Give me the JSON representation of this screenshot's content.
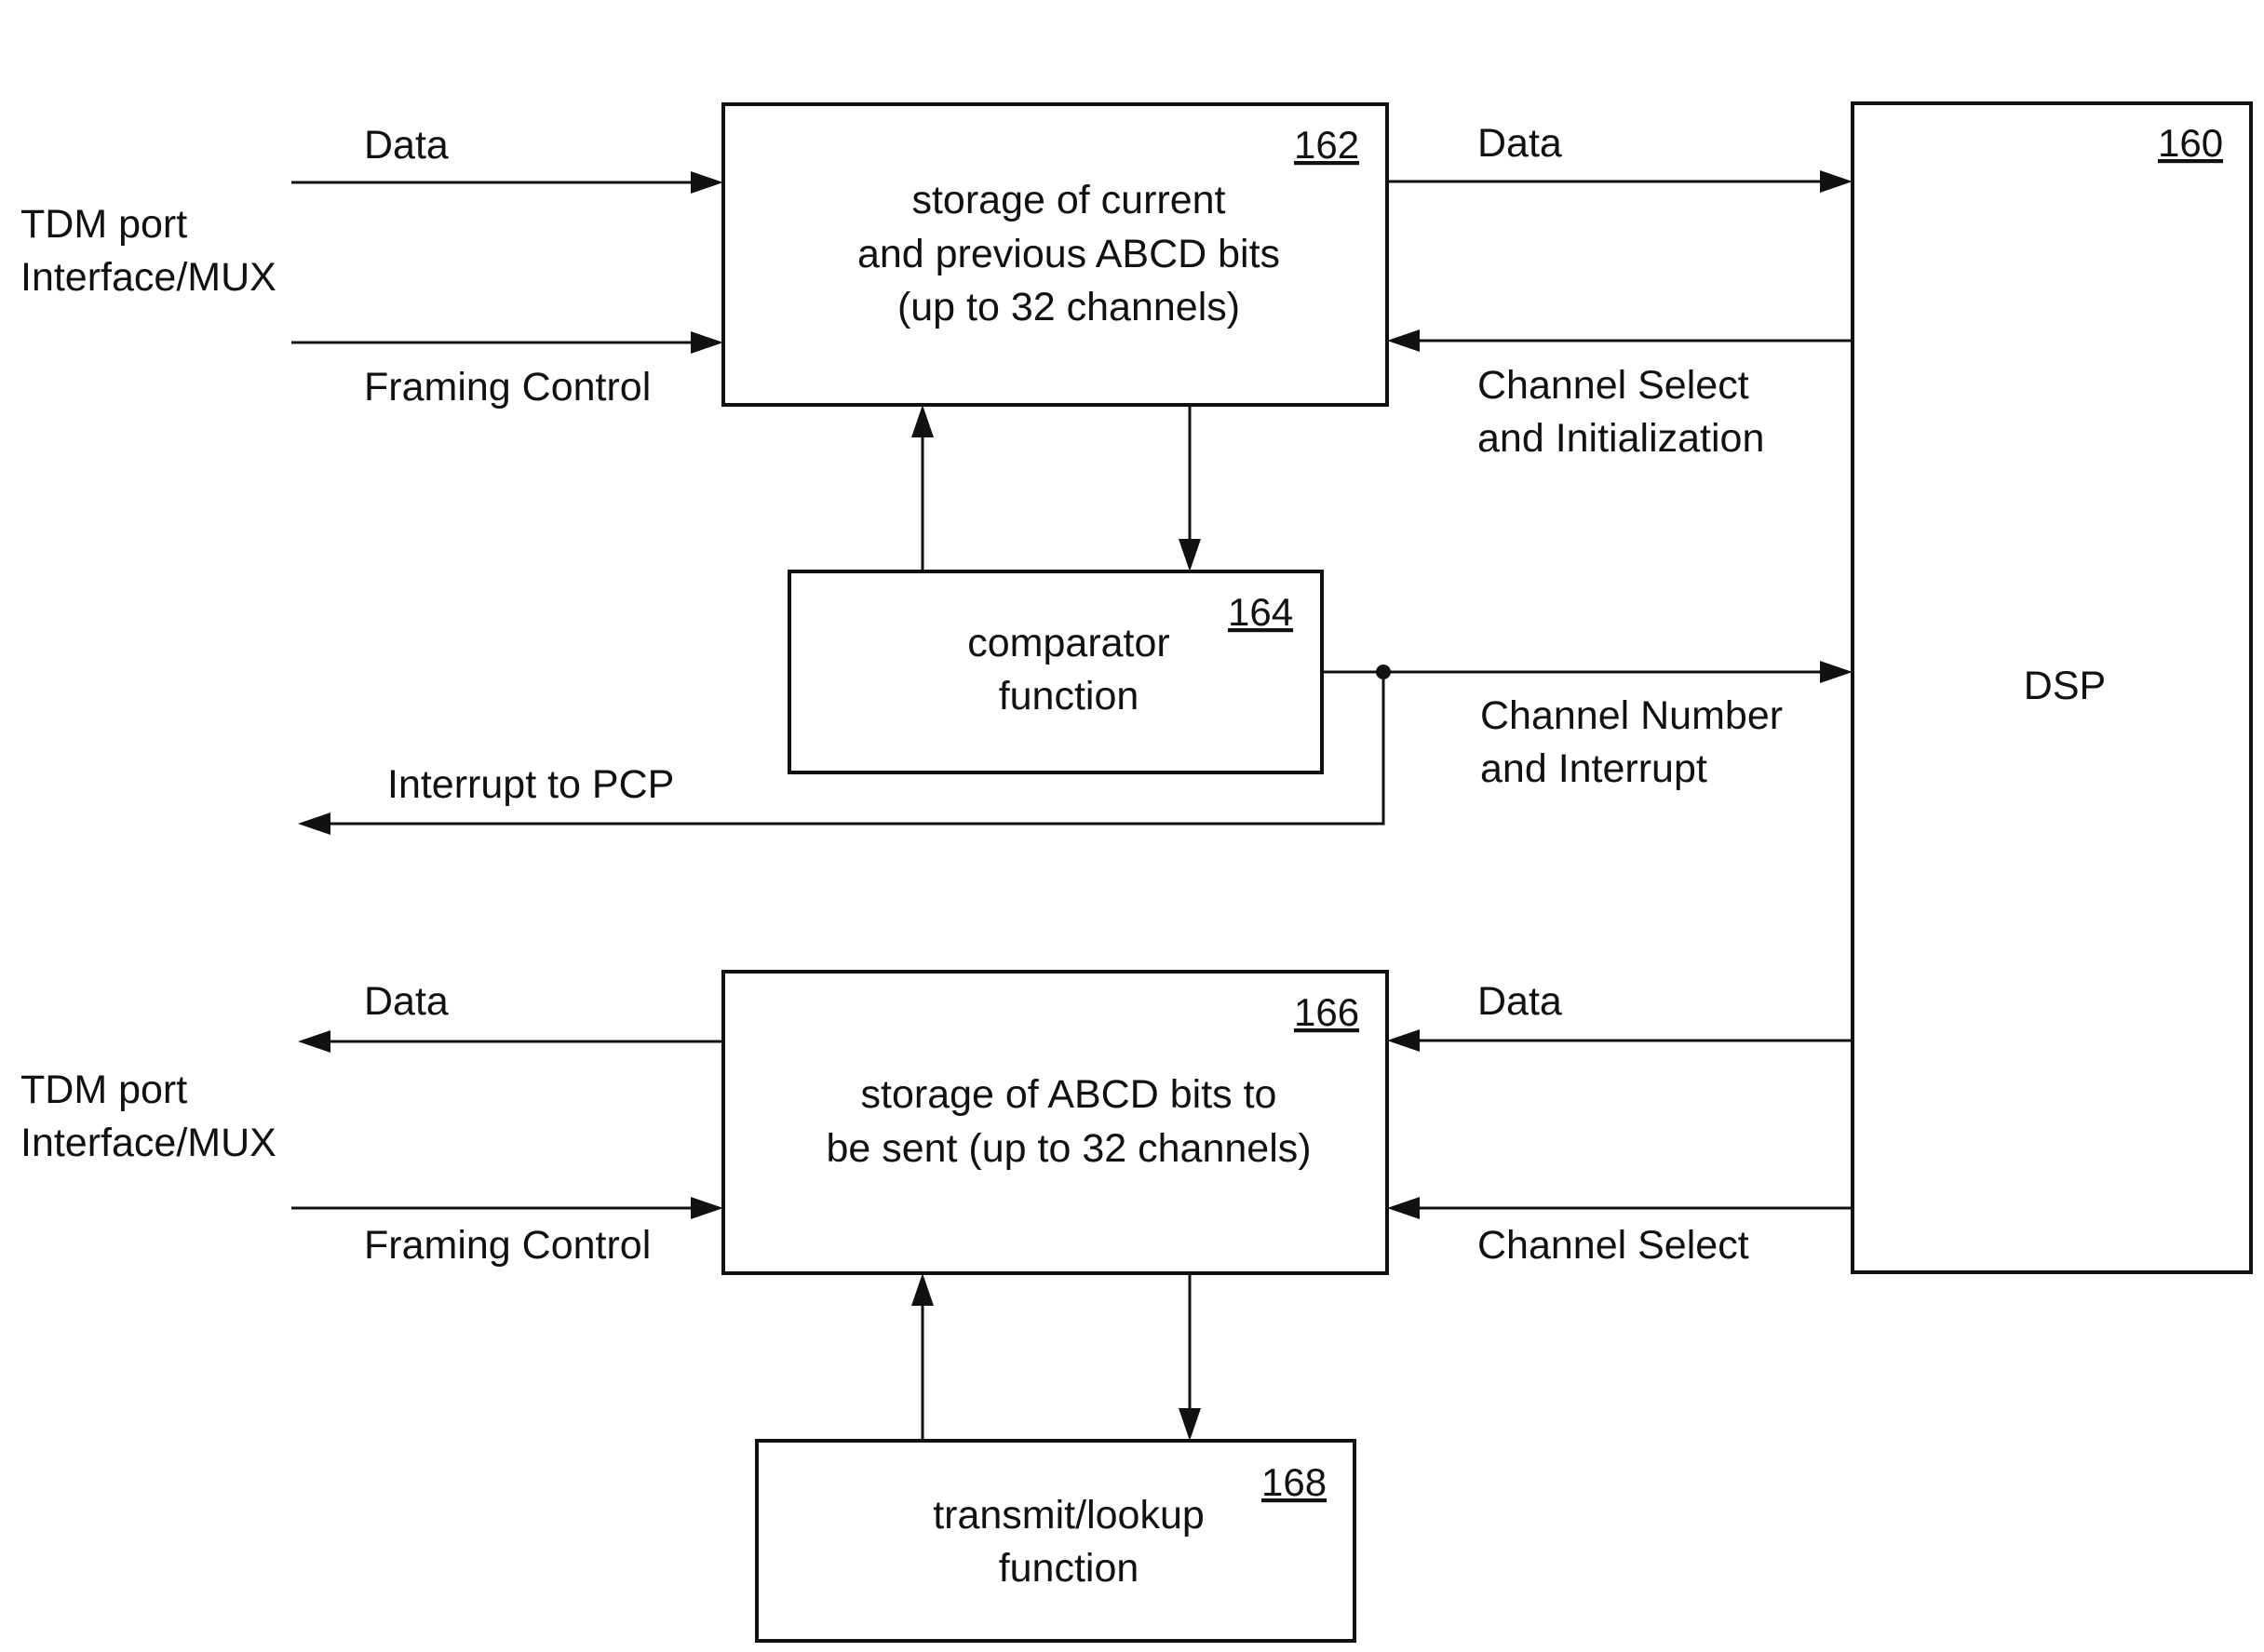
{
  "ports": {
    "top": [
      "TDM port",
      "Interface/MUX"
    ],
    "bottom": [
      "TDM port",
      "Interface/MUX"
    ]
  },
  "blocks": {
    "storage_current": {
      "ref": "162",
      "lines": [
        "storage of current",
        "and previous ABCD bits",
        "(up to 32 channels)"
      ]
    },
    "comparator": {
      "ref": "164",
      "lines": [
        "comparator",
        "function"
      ]
    },
    "storage_send": {
      "ref": "166",
      "lines": [
        "storage of ABCD bits to",
        "be sent (up to 32 channels)"
      ]
    },
    "transmit": {
      "ref": "168",
      "lines": [
        "transmit/lookup",
        "function"
      ]
    },
    "dsp": {
      "ref": "160",
      "label": "DSP"
    }
  },
  "signals": {
    "top_data_in": "Data",
    "top_framing": "Framing Control",
    "top_data_out": "Data",
    "channel_select_init": [
      "Channel Select",
      "and Initialization"
    ],
    "channel_number_interrupt": [
      "Channel Number",
      "and Interrupt"
    ],
    "interrupt_pcp": "Interrupt to PCP",
    "bottom_data_out": "Data",
    "bottom_framing": "Framing Control",
    "bottom_data_in": "Data",
    "channel_select": "Channel Select"
  }
}
